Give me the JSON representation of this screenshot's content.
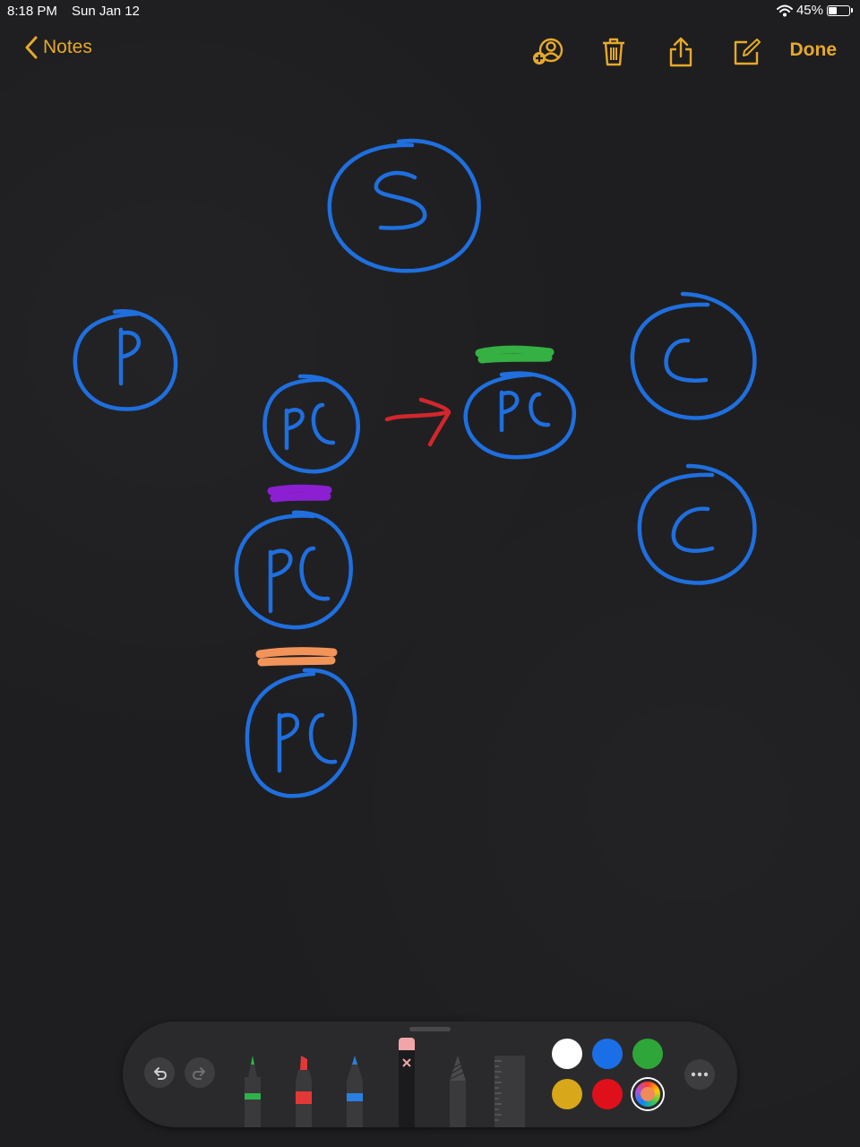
{
  "status": {
    "time": "8:18 PM",
    "date": "Sun Jan 12",
    "battery": "45%",
    "battery_level": 0.45
  },
  "nav": {
    "back_label": "Notes",
    "done_label": "Done"
  },
  "icons": [
    "chevron-left-icon",
    "add-person-icon",
    "trash-icon",
    "share-icon",
    "compose-icon",
    "undo-icon",
    "redo-icon",
    "more-icon",
    "wifi-icon",
    "battery-icon"
  ],
  "drawing": {
    "server_label": "S",
    "printer_label": "P",
    "pc_labels": [
      "PC",
      "PC",
      "PC",
      "PC"
    ],
    "client_labels": [
      "C",
      "C"
    ],
    "stroke_colors": {
      "circles": "#1f6fdf",
      "arrow": "#d3262d",
      "green_mark": "#35b043",
      "purple_mark": "#8c1fd1",
      "orange_mark": "#f2945a"
    }
  },
  "toolbar": {
    "tools": [
      "pen",
      "marker",
      "pencil",
      "eraser",
      "lasso",
      "ruler"
    ],
    "tool_colors": {
      "pen": "#2fb24a",
      "marker": "#e33838",
      "pencil": "#2a7fe0"
    },
    "swatches": [
      "#ffffff",
      "#1a6fe6",
      "#2fa639",
      "#d8a71a",
      "#e0101a",
      "multicolor"
    ],
    "selected_swatch": "multicolor"
  }
}
